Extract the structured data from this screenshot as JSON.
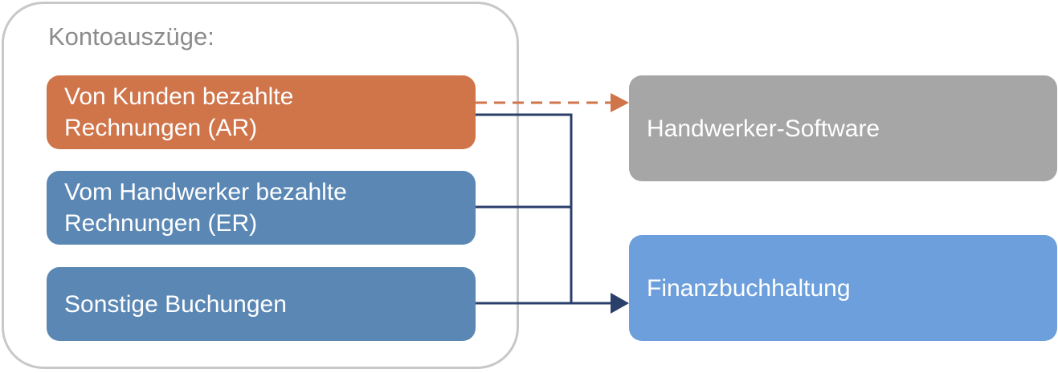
{
  "group": {
    "title": "Kontoauszüge:"
  },
  "sources": {
    "ar": {
      "line1": "Von Kunden bezahlte",
      "line2": "Rechnungen (AR)"
    },
    "er": {
      "line1": "Vom Handwerker bezahlte",
      "line2": "Rechnungen (ER)"
    },
    "other": {
      "label": "Sonstige Buchungen"
    }
  },
  "targets": {
    "software": {
      "label": "Handwerker-Software"
    },
    "fibu": {
      "label": "Finanzbuchhaltung"
    }
  },
  "colors": {
    "ar_box": "#d0744a",
    "er_box": "#5a87b4",
    "other_box": "#5a87b4",
    "software_box": "#a6a6a6",
    "fibu_box": "#6c9fdb",
    "dashed_connector": "#d0744a",
    "solid_connector": "#2b3f6b",
    "group_border": "#c8c8c8"
  }
}
